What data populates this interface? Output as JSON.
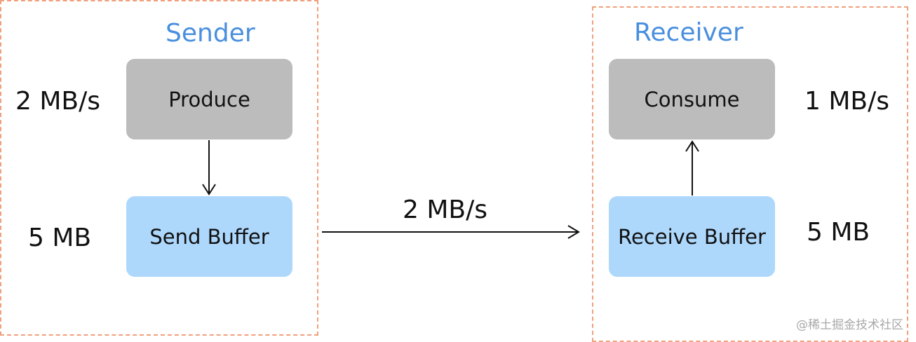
{
  "sender": {
    "title": "Sender",
    "produce_label": "Produce",
    "produce_rate": "2 MB/s",
    "buffer_label": "Send Buffer",
    "buffer_size": "5 MB"
  },
  "receiver": {
    "title": "Receiver",
    "consume_label": "Consume",
    "consume_rate": "1 MB/s",
    "buffer_label": "Receive Buffer",
    "buffer_size": "5 MB"
  },
  "link": {
    "rate": "2 MB/s"
  },
  "watermark": "@稀土掘金技术社区",
  "colors": {
    "panel_border": "#f0a07c",
    "title": "#4a8fde",
    "process_box": "#bcbcbc",
    "buffer_box": "#add8fc"
  }
}
